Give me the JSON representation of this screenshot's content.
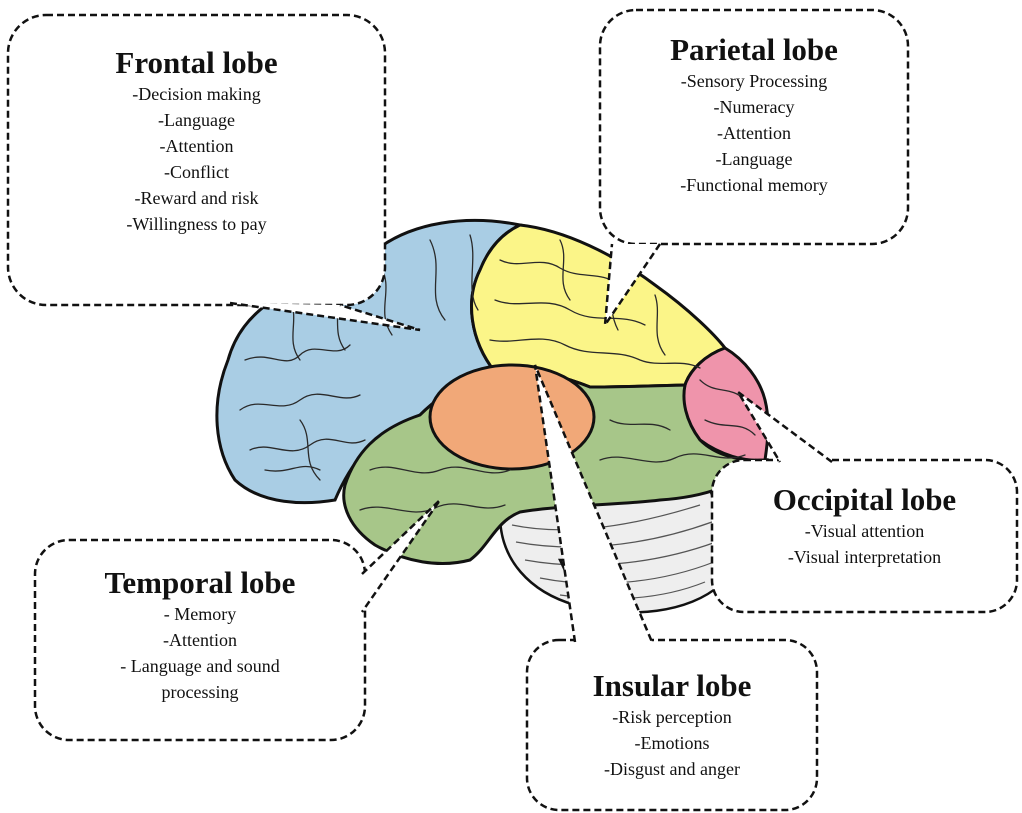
{
  "colors": {
    "frontal": "#a9cde4",
    "parietal": "#fbf588",
    "temporal": "#a7c689",
    "occipital": "#ef94ab",
    "insular": "#f1a878",
    "cerebellum": "#eeeeee",
    "outline": "#111111"
  },
  "callouts": {
    "frontal": {
      "title": "Frontal lobe",
      "items": [
        "-Decision making",
        "-Language",
        "-Attention",
        "-Conflict",
        "-Reward and risk",
        "-Willingness to pay"
      ]
    },
    "parietal": {
      "title": "Parietal lobe",
      "items": [
        "-Sensory Processing",
        "-Numeracy",
        "-Attention",
        "-Language",
        "-Functional memory"
      ]
    },
    "occipital": {
      "title": "Occipital lobe",
      "items": [
        "-Visual attention",
        "-Visual interpretation"
      ]
    },
    "temporal": {
      "title": "Temporal lobe",
      "items": [
        "- Memory",
        "-Attention",
        "- Language and sound",
        "processing"
      ]
    },
    "insular": {
      "title": "Insular lobe",
      "items": [
        "-Risk perception",
        "-Emotions",
        "-Disgust and anger"
      ]
    }
  }
}
